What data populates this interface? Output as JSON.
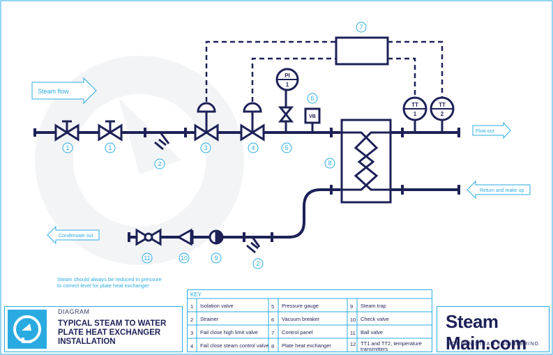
{
  "flow_labels": {
    "steam_flow": "Steam flow",
    "flow_out": "Flow out",
    "return_makeup": "Return and make up",
    "condensate_out": "Condensate out"
  },
  "callouts": {
    "c1a": "1",
    "c1b": "1",
    "c2a": "2",
    "c3": "3",
    "c4": "4",
    "c5": "5",
    "c6": "6",
    "c7": "7",
    "c8": "8",
    "c2b": "2",
    "c9": "9",
    "c10": "10",
    "c11": "11"
  },
  "instruments": {
    "pi_top": "PI",
    "pi_num": "1",
    "tt1_top": "TT",
    "tt1_num": "1",
    "tt2_top": "TT",
    "tt2_num": "2",
    "vb": "VB"
  },
  "note": {
    "line1": "Steam should always be reduced in pressure",
    "line2": "to correct level for plate heat exchanger"
  },
  "title_block": {
    "kicker": "DIAGRAM",
    "title_line1": "TYPICAL STEAM TO WATER",
    "title_line2": "PLATE HEAT EXCHANGER",
    "title_line3": "INSTALLATION"
  },
  "key": {
    "heading": "KEY",
    "items": [
      {
        "n": "1",
        "label": "Isolation valve"
      },
      {
        "n": "2",
        "label": "Strainer"
      },
      {
        "n": "3",
        "label": "Fail close high limit valve"
      },
      {
        "n": "4",
        "label": "Fail close steam control valve"
      },
      {
        "n": "5",
        "label": "Pressure gauge"
      },
      {
        "n": "6",
        "label": "Vacuum breaker"
      },
      {
        "n": "7",
        "label": "Control panel"
      },
      {
        "n": "8",
        "label": "Plate heat exchanger"
      },
      {
        "n": "9",
        "label": "Steam trap"
      },
      {
        "n": "10",
        "label": "Check valve"
      },
      {
        "n": "11",
        "label": "Ball valve"
      },
      {
        "n": "12",
        "label": "TT1 and TT2, temperature transmitters"
      }
    ]
  },
  "brand": {
    "name": "Steam Main.com",
    "tagline": "MODERN STEAM ENGINEERING"
  },
  "colors": {
    "pipe": "#1d2157",
    "accent": "#29abe2",
    "watermark": "#f1f2f4"
  }
}
